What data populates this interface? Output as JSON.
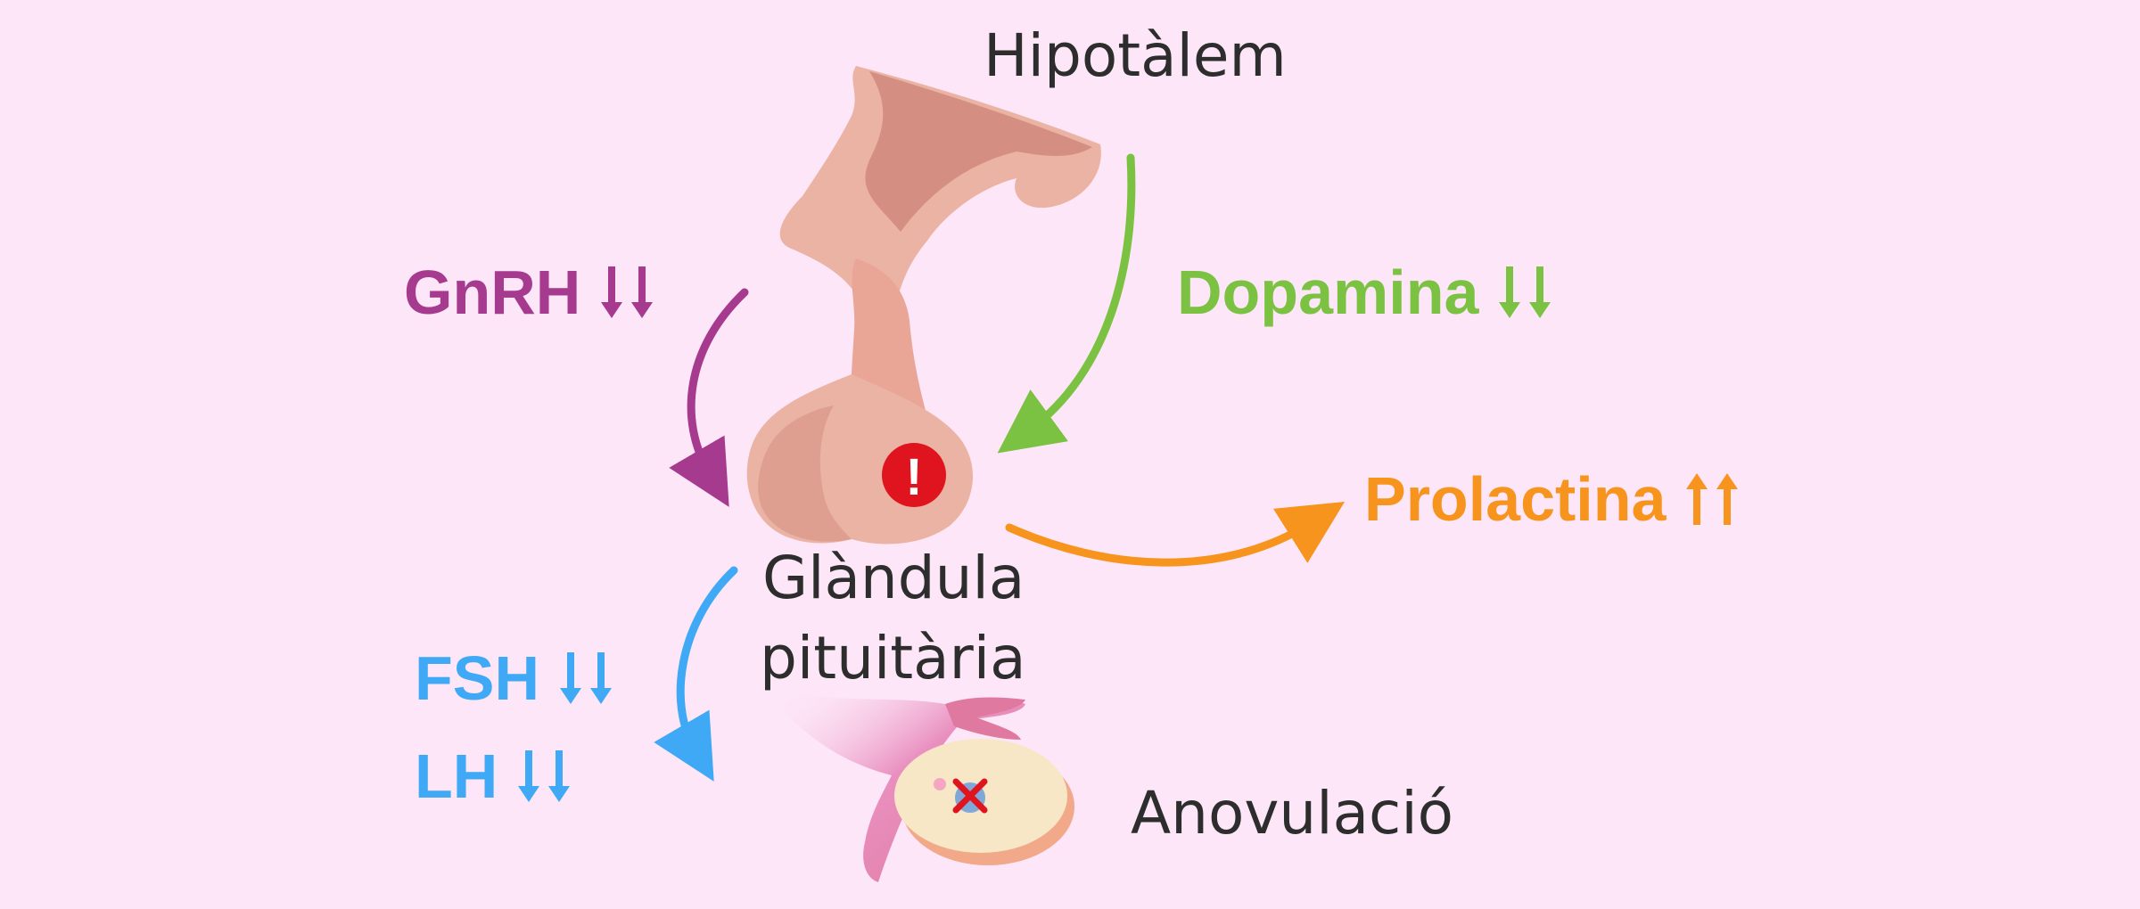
{
  "labels": {
    "hypothalamus": "Hipotàlem",
    "pituitary_line1": "Glàndula",
    "pituitary_line2": "pituitària",
    "anovulation": "Anovulació"
  },
  "hormones": {
    "gnrh": {
      "name": "GnRH",
      "trend": "down",
      "color": "#a63a8e"
    },
    "dopamine": {
      "name": "Dopamina",
      "trend": "down",
      "color": "#7cc242"
    },
    "prolactin": {
      "name": "Prolactina",
      "trend": "up",
      "color": "#f7941d"
    },
    "fsh": {
      "name": "FSH",
      "trend": "down",
      "color": "#3fa9f5"
    },
    "lh": {
      "name": "LH",
      "trend": "down",
      "color": "#3fa9f5"
    }
  },
  "alert": {
    "glyph": "!",
    "color": "#e0141e"
  },
  "colors": {
    "background": "#fde6f7",
    "gland": "#eab3a4",
    "gland_dark": "#d48e82",
    "ovary": "#f7e7c6",
    "text": "#2d2d2d"
  }
}
